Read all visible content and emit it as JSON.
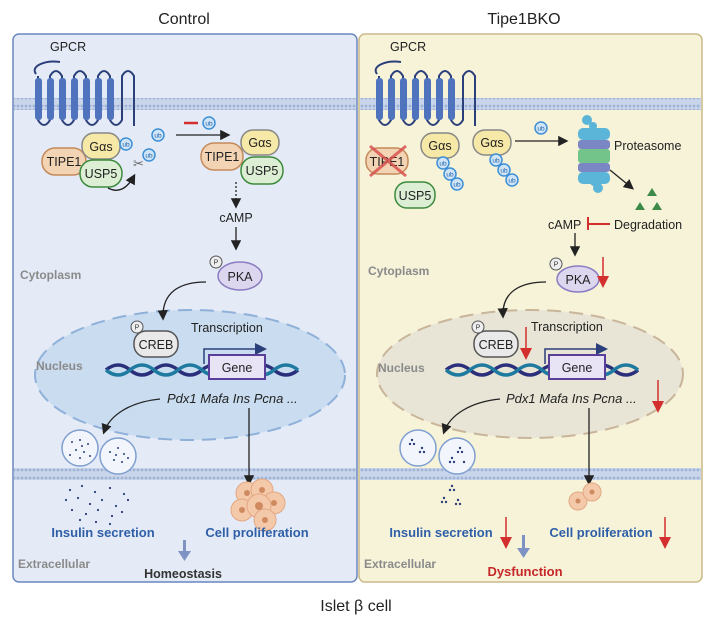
{
  "figure": {
    "caption": "Islet β cell",
    "colors": {
      "control_bg": "#e4ebf6",
      "control_border": "#6a86bd",
      "ko_bg": "#f7f3d9",
      "ko_border": "#c9b98a",
      "gpcr": "#4f73bd",
      "gas_fill": "#f6e8a6",
      "tipe1_fill": "#f2d3b3",
      "usp5_fill": "#dcefd4",
      "pka_fill": "#ddd6ef",
      "creb_fill": "#e9e9e9",
      "ub": "#3d8fd6",
      "red_arrow": "#d32f2f",
      "text_blue": "#2e5fa8"
    }
  },
  "panels": [
    {
      "id": "control",
      "title": "Control",
      "receptor": "GPCR",
      "proteins": {
        "gas": "Gαs",
        "tipe1": "TIPE1",
        "usp5": "USP5",
        "pka": "PKA",
        "creb": "CREB",
        "gene": "Gene"
      },
      "ub_label": "ub",
      "p_label": "P",
      "camp": "cAMP",
      "transcription": "Transcription",
      "genes": "Pdx1 Mafa Ins Pcna ...",
      "regions": {
        "cytoplasm": "Cytoplasm",
        "nucleus": "Nucleus",
        "extracellular": "Extracellular"
      },
      "outputs": {
        "insulin": "Insulin secretion",
        "proliferation": "Cell proliferation",
        "result": "Homeostasis"
      }
    },
    {
      "id": "tipe1bko",
      "title": "Tipe1BKO",
      "receptor": "GPCR",
      "proteins": {
        "gas": "Gαs",
        "tipe1": "TIPE1",
        "usp5": "USP5",
        "pka": "PKA",
        "creb": "CREB",
        "gene": "Gene"
      },
      "ub_label": "ub",
      "p_label": "P",
      "proteasome": "Proteasome",
      "degradation": "Degradation",
      "camp": "cAMP",
      "transcription": "Transcription",
      "genes": "Pdx1 Mafa Ins Pcna ...",
      "regions": {
        "cytoplasm": "Cytoplasm",
        "nucleus": "Nucleus",
        "extracellular": "Extracellular"
      },
      "outputs": {
        "insulin": "Insulin secretion",
        "proliferation": "Cell proliferation",
        "result": "Dysfunction"
      }
    }
  ]
}
